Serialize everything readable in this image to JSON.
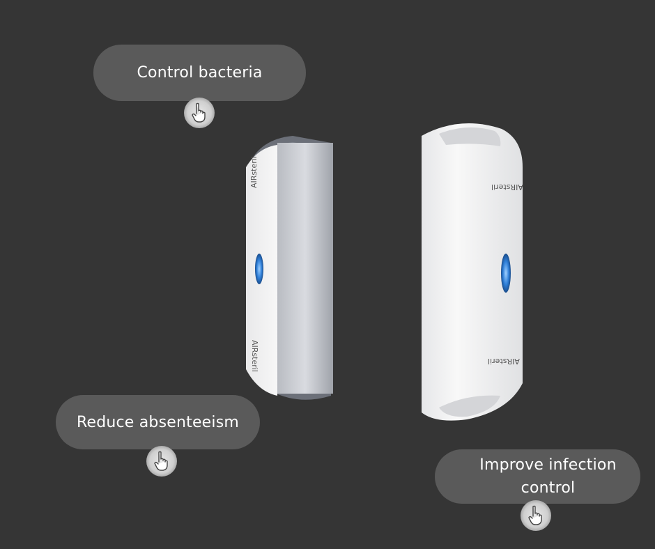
{
  "callouts": {
    "control_bacteria": "Control bacteria",
    "reduce_absenteeism": "Reduce absenteeism",
    "improve_infection_line1": "Improve infection",
    "improve_infection_line2": "control"
  },
  "devices": {
    "brand_left_top": "AIRsteril",
    "brand_left_bottom": "AIRsteril",
    "brand_right_top": "AIRsteril",
    "brand_right_bottom": "AIRsteril"
  },
  "icons": {
    "pointer": "hand-pointing-up-icon"
  },
  "colors": {
    "background": "#353535",
    "pill": "#5a5a5a",
    "indicator": "#2f7fd8"
  }
}
